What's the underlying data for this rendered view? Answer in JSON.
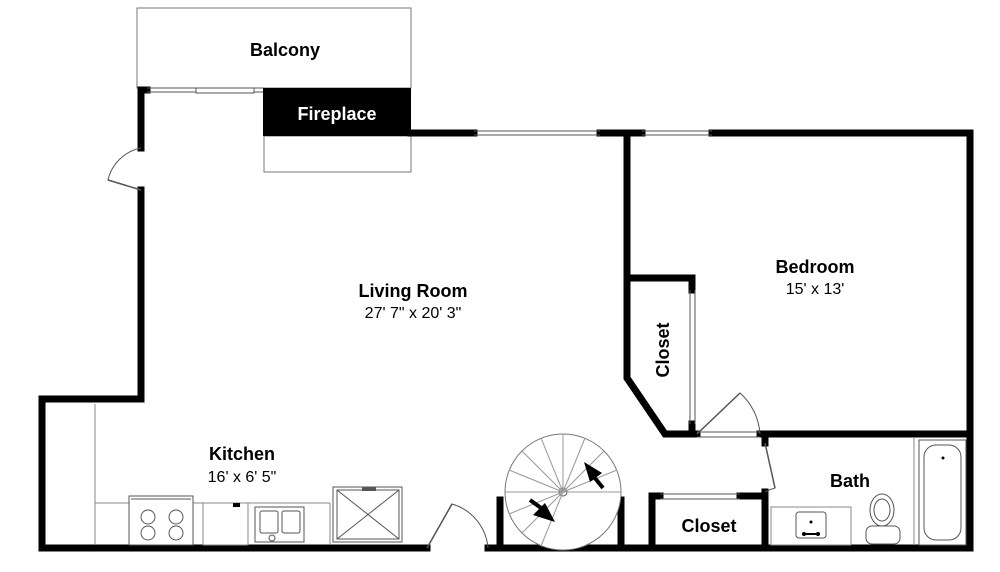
{
  "colors": {
    "wall": "#000000",
    "background": "#ffffff",
    "fixture_line": "#555555",
    "fireplace_fill": "#000000",
    "fireplace_text": "#ffffff"
  },
  "rooms": {
    "balcony": {
      "name": "Balcony"
    },
    "fireplace": {
      "name": "Fireplace"
    },
    "living_room": {
      "name": "Living Room",
      "dimensions": "27' 7\" x 20' 3\""
    },
    "bedroom": {
      "name": "Bedroom",
      "dimensions": "15' x 13'"
    },
    "bedroom_closet": {
      "name": "Closet"
    },
    "kitchen": {
      "name": "Kitchen",
      "dimensions": "16' x 6' 5\""
    },
    "hall_closet": {
      "name": "Closet"
    },
    "bath": {
      "name": "Bath"
    }
  },
  "icons": {
    "stair": "spiral-staircase-icon",
    "stove": "stove-icon",
    "sink": "kitchen-sink-icon",
    "fridge": "refrigerator-icon",
    "toilet": "toilet-icon",
    "tub": "bathtub-icon",
    "vanity": "bath-sink-icon"
  }
}
